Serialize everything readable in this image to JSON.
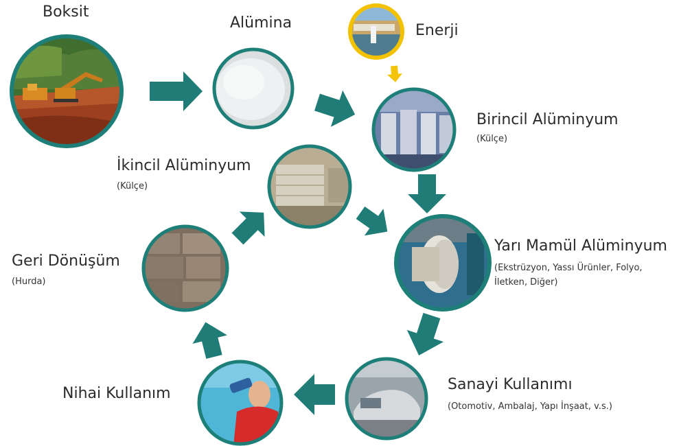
{
  "nodes": {
    "boksit": {
      "title": "Boksit"
    },
    "alumina": {
      "title": "Alümina"
    },
    "enerji": {
      "title": "Enerji"
    },
    "birincil": {
      "title": "Birincil Alüminyum",
      "sub": "(Külçe)"
    },
    "ikincil": {
      "title": "İkincil Alüminyum",
      "sub": "(Külçe)"
    },
    "yari_mamul": {
      "title": "Yarı Mamül Alüminyum",
      "sub_line1": "(Ekstrüzyon, Yassı Ürünler, Folyo,",
      "sub_line2": "İletken, Diğer)"
    },
    "geri_donusum": {
      "title": "Geri Dönüşüm",
      "sub": "(Hurda)"
    },
    "sanayi": {
      "title": "Sanayi Kullanımı",
      "sub": "(Otomotiv, Ambalaj, Yapı İnşaat, v.s.)"
    },
    "nihai": {
      "title": "Nihai Kullanım"
    }
  },
  "colors": {
    "ring": "#1e7f78",
    "arrow": "#1f7c76",
    "energy_ring": "#f2c200",
    "energy_arrow": "#f3c40a"
  }
}
